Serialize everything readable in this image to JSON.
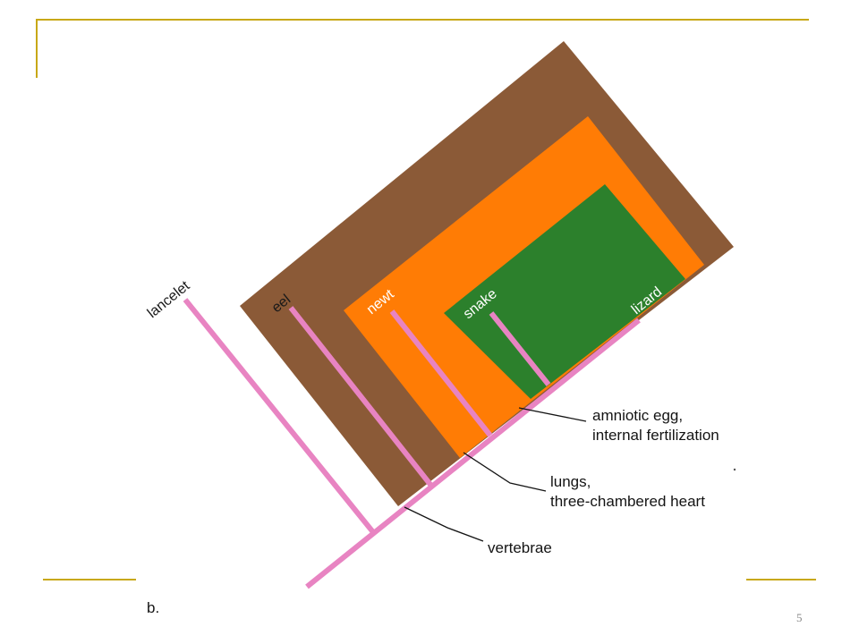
{
  "taxa": [
    {
      "name": "lancelet"
    },
    {
      "name": "eel"
    },
    {
      "name": "newt"
    },
    {
      "name": "snake"
    },
    {
      "name": "lizard"
    }
  ],
  "traits": [
    {
      "line1": "amniotic egg,",
      "line2": "internal fertilization"
    },
    {
      "line1": "lungs,",
      "line2": "three-chambered heart"
    },
    {
      "line1": "vertebrae",
      "line2": ""
    }
  ],
  "panel_letter": "b.",
  "slide_number": "5",
  "colors": {
    "vertebrae_group": "#8b5a37",
    "lungs_group": "#ff7c05",
    "amniote_group": "#2c802c",
    "tree_branch": "#e884c2",
    "decor_line": "#c8a815"
  }
}
